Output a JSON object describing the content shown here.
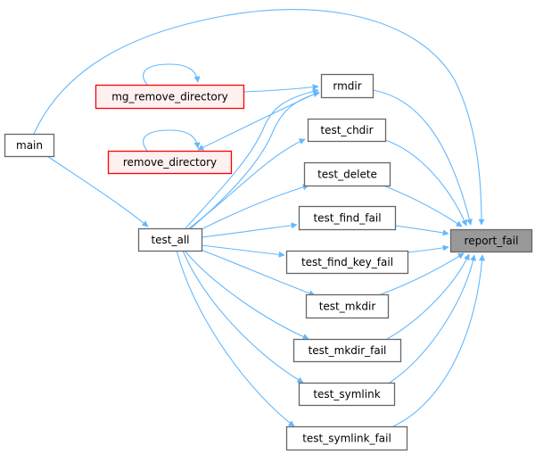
{
  "diagram": {
    "type": "call-graph",
    "colors": {
      "edge": "#63b8ff",
      "node_fill": "#ffffff",
      "node_stroke": "#666666",
      "highlight_fill": "#999999",
      "highlight_stroke": "#666666",
      "truncated_fill": "#fff0f0",
      "truncated_stroke": "#ff0000"
    },
    "nodes": [
      {
        "id": "main",
        "label": "main",
        "style": "normal"
      },
      {
        "id": "mg_remove_directory",
        "label": "mg_remove_directory",
        "style": "truncated"
      },
      {
        "id": "remove_directory",
        "label": "remove_directory",
        "style": "truncated"
      },
      {
        "id": "test_all",
        "label": "test_all",
        "style": "normal"
      },
      {
        "id": "rmdir",
        "label": "rmdir",
        "style": "normal"
      },
      {
        "id": "test_chdir",
        "label": "test_chdir",
        "style": "normal"
      },
      {
        "id": "test_delete",
        "label": "test_delete",
        "style": "normal"
      },
      {
        "id": "test_find_fail",
        "label": "test_find_fail",
        "style": "normal"
      },
      {
        "id": "test_find_key_fail",
        "label": "test_find_key_fail",
        "style": "normal"
      },
      {
        "id": "test_mkdir",
        "label": "test_mkdir",
        "style": "normal"
      },
      {
        "id": "test_mkdir_fail",
        "label": "test_mkdir_fail",
        "style": "normal"
      },
      {
        "id": "test_symlink",
        "label": "test_symlink",
        "style": "normal"
      },
      {
        "id": "test_symlink_fail",
        "label": "test_symlink_fail",
        "style": "normal"
      },
      {
        "id": "report_fail",
        "label": "report_fail",
        "style": "highlight"
      }
    ],
    "edges": [
      {
        "from": "main",
        "to": "report_fail"
      },
      {
        "from": "main",
        "to": "test_all"
      },
      {
        "from": "mg_remove_directory",
        "to": "mg_remove_directory"
      },
      {
        "from": "mg_remove_directory",
        "to": "rmdir"
      },
      {
        "from": "remove_directory",
        "to": "remove_directory"
      },
      {
        "from": "rmdir",
        "to": "remove_directory"
      },
      {
        "from": "test_all",
        "to": "rmdir"
      },
      {
        "from": "test_all",
        "to": "rmdir_2"
      },
      {
        "from": "test_all",
        "to": "test_chdir"
      },
      {
        "from": "test_all",
        "to": "test_delete"
      },
      {
        "from": "test_all",
        "to": "test_find_fail"
      },
      {
        "from": "test_all",
        "to": "test_find_key_fail"
      },
      {
        "from": "test_all",
        "to": "test_mkdir"
      },
      {
        "from": "test_all",
        "to": "test_mkdir_fail"
      },
      {
        "from": "test_all",
        "to": "test_symlink"
      },
      {
        "from": "test_all",
        "to": "test_symlink_fail"
      },
      {
        "from": "rmdir",
        "to": "report_fail"
      },
      {
        "from": "test_chdir",
        "to": "report_fail"
      },
      {
        "from": "test_delete",
        "to": "report_fail"
      },
      {
        "from": "test_find_fail",
        "to": "report_fail"
      },
      {
        "from": "test_find_key_fail",
        "to": "report_fail"
      },
      {
        "from": "test_mkdir",
        "to": "report_fail"
      },
      {
        "from": "test_mkdir_fail",
        "to": "report_fail"
      },
      {
        "from": "test_symlink",
        "to": "report_fail"
      },
      {
        "from": "test_symlink_fail",
        "to": "report_fail"
      }
    ]
  }
}
